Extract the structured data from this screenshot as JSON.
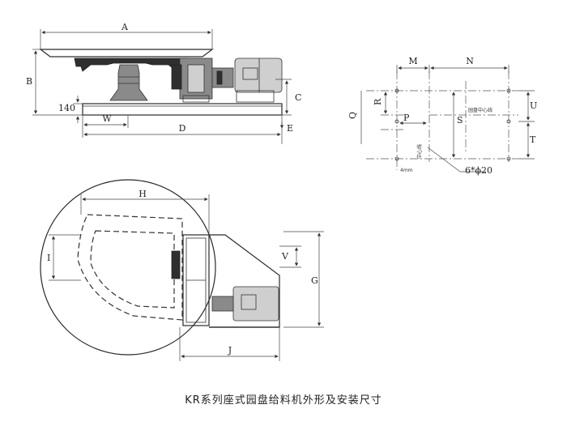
{
  "caption": "KR系列座式园盘给料机外形及安装尺寸",
  "elevation_view": {
    "dims": {
      "A": "A",
      "B": "B",
      "C": "C",
      "D": "D",
      "E": "E",
      "W": "W",
      "h140": "140"
    }
  },
  "hole_layout_view": {
    "dims": {
      "M": "M",
      "N": "N",
      "Q": "Q",
      "R": "R",
      "P": "P",
      "S": "S",
      "U": "U",
      "T": "T"
    },
    "disc_center_label": "园盘中心线",
    "vertical_center_label": "中心线",
    "small_label": "4mm",
    "bolt_note": "6*ϕ20"
  },
  "plan_view": {
    "dims": {
      "H": "H",
      "I": "I",
      "V": "V",
      "G": "G",
      "J": "J"
    }
  }
}
